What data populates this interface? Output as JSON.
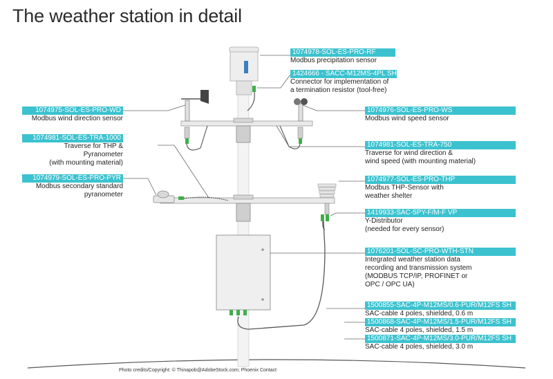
{
  "title": "The weather station in detail",
  "credit": "Photo credits/Copyright: © Thinapob@AdobeStock.com; Phoenix Contact",
  "colors": {
    "accent": "#3cc2cf",
    "line": "#555555",
    "connector": "#3fae49"
  },
  "labels": {
    "precipitation": {
      "code": "1074978-SOL-ES-PRO-RF",
      "desc": "Modbus precipitation sensor"
    },
    "connector": {
      "code": "1424666 - SACC-M12MS-4PL SH",
      "desc": "Connector for implementation of\na termination resistor (tool-free)"
    },
    "wind_direction": {
      "code": "1074975-SOL-ES-PRO-WD",
      "desc": "Modbus wind direction sensor"
    },
    "wind_speed": {
      "code": "1074976-SOL-ES-PRO-WS",
      "desc": "Modbus wind speed sensor"
    },
    "traverse_thp": {
      "code": "1074981-SOL-ES-TRA-1000",
      "desc": "Traverse for THP &\nPyranometer\n(with mounting material)"
    },
    "traverse_wind": {
      "code": "1074981-SOL-ES-TRA-750",
      "desc": "Traverse for wind direction &\nwind speed (with mounting material)"
    },
    "pyranometer": {
      "code": "1074979-SOL-ES-PRO-PYR",
      "desc": "Modbus secondary standard\npyranometer"
    },
    "thp": {
      "code": "1074977-SOL-ES-PRO-THP",
      "desc": "Modbus THP-Sensor with\nweather shelter"
    },
    "y_distributor": {
      "code": "1419933-SAC-5PY-F/M-F VP",
      "desc": "Y-Distributor\n(needed for every sensor)"
    },
    "station": {
      "code": "1076201-SOL-SC-PRO-WTH-STN",
      "desc": "Integrated weather station data\nrecording and transmission system\n(MODBUS TCP/IP, PROFINET or\nOPC / OPC UA)"
    },
    "cable_06": {
      "code": "1500855-SAC-4P-M12MS/0.6-PUR/M12FS SH",
      "desc": "SAC-cable 4 poles, shielded, 0.6 m"
    },
    "cable_15": {
      "code": "1500868-SAC-4P-M12MS/1.5-PUR/M12FS SH",
      "desc": "SAC-cable 4 poles, shielded, 1.5 m"
    },
    "cable_30": {
      "code": "1500871-SAC-4P-M12MS/3.0-PUR/M12FS SH",
      "desc": "SAC-cable 4 poles, shielded, 3.0 m"
    }
  }
}
